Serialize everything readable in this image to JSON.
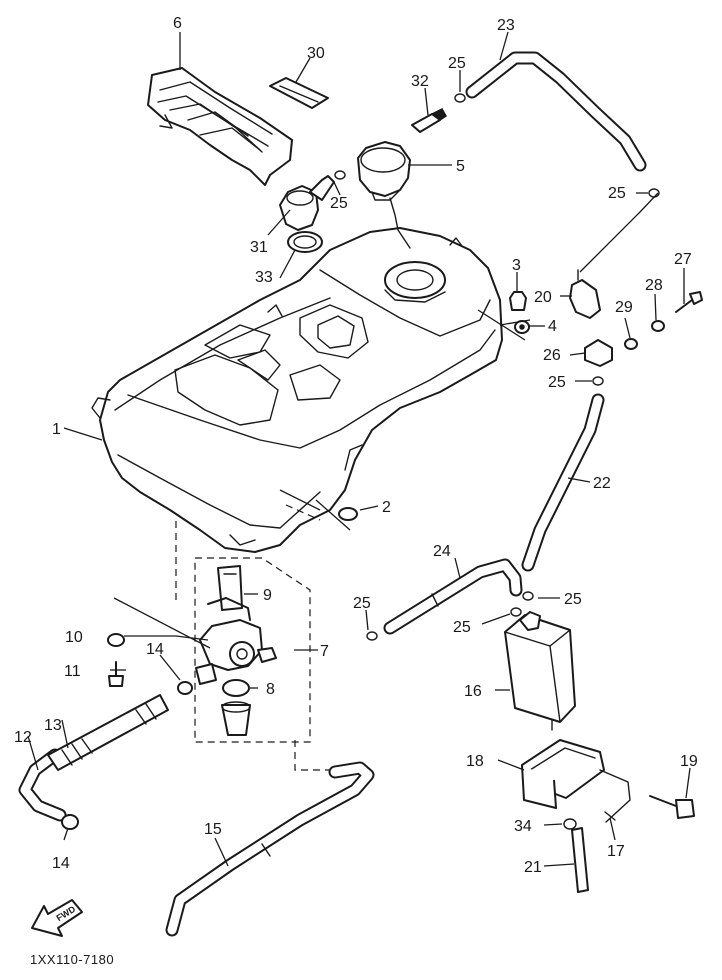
{
  "diagram": {
    "callouts": {
      "p1": "1",
      "p2": "2",
      "p3": "3",
      "p4": "4",
      "p5": "5",
      "p6": "6",
      "p7": "7",
      "p8": "8",
      "p9": "9",
      "p10": "10",
      "p11": "11",
      "p12": "12",
      "p13": "13",
      "p14a": "14",
      "p14b": "14",
      "p15": "15",
      "p16": "16",
      "p17": "17",
      "p18": "18",
      "p19": "19",
      "p20": "20",
      "p21": "21",
      "p22": "22",
      "p23": "23",
      "p24": "24",
      "p25a": "25",
      "p25b": "25",
      "p25c": "25",
      "p25d": "25",
      "p25e": "25",
      "p25f": "25",
      "p25g": "25",
      "p26": "26",
      "p27": "27",
      "p28": "28",
      "p29": "29",
      "p30": "30",
      "p31": "31",
      "p32": "32",
      "p33": "33",
      "p34": "34"
    },
    "fwd_label": "FWD",
    "drawing_code": "1XX110-7180"
  }
}
